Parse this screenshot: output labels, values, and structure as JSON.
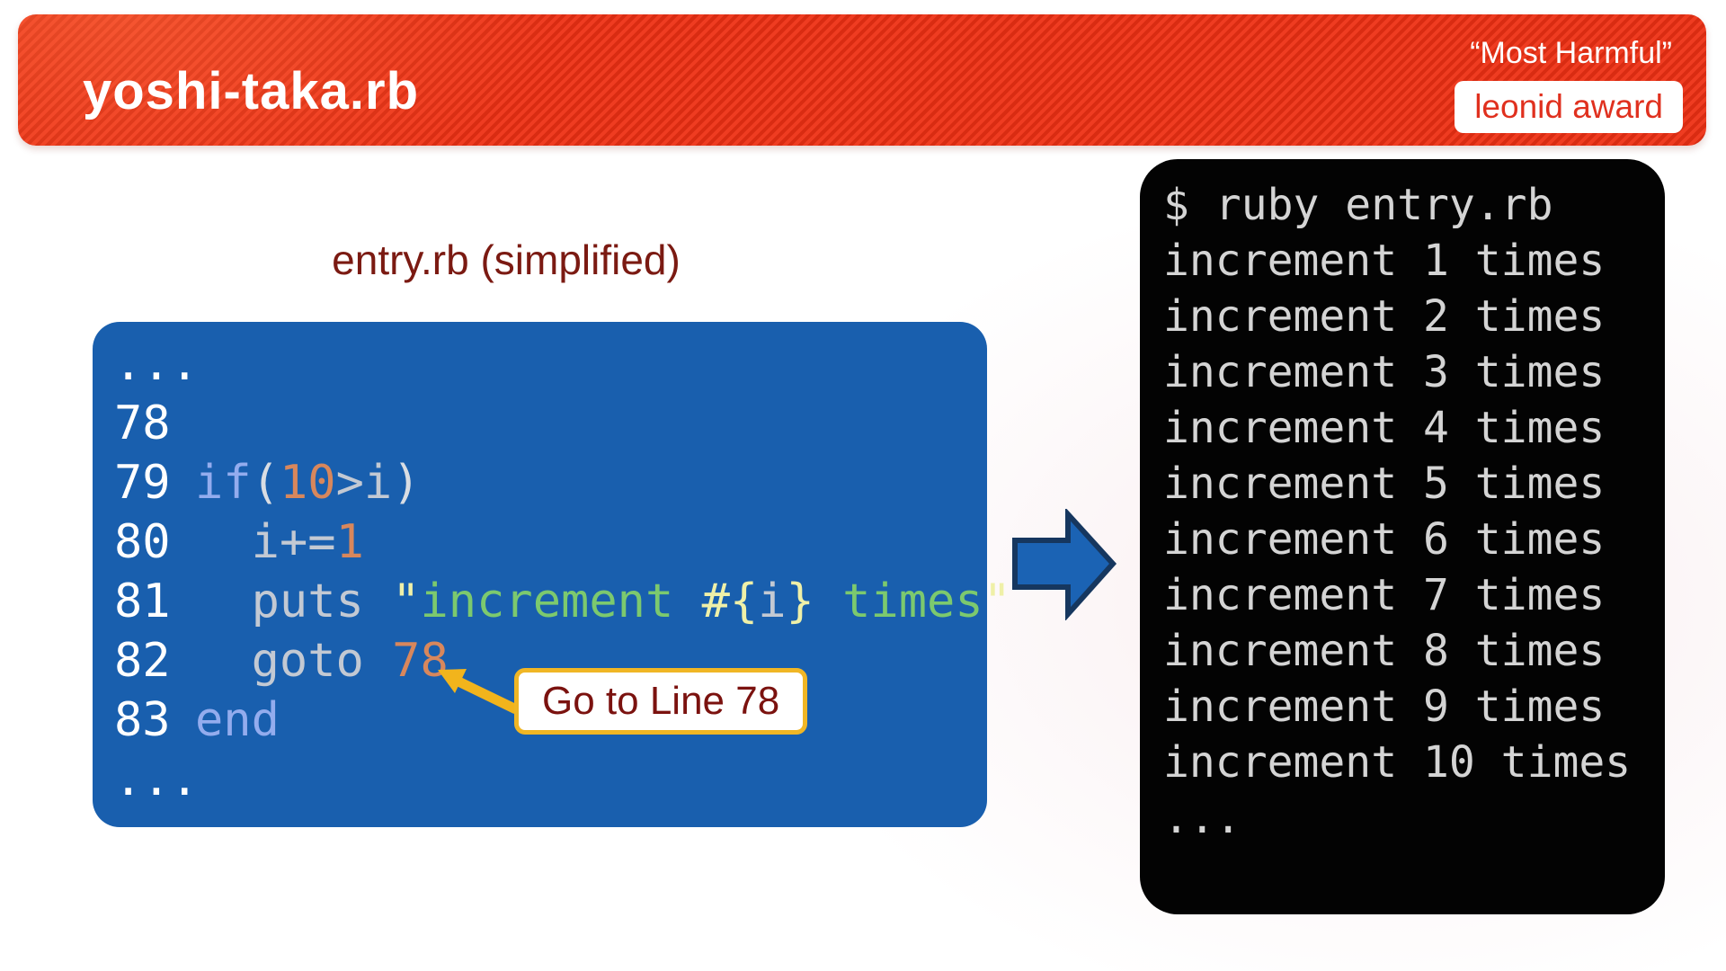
{
  "header": {
    "title": "yoshi-taka.rb",
    "award_quote": "“Most Harmful”",
    "award_badge": "leonid award"
  },
  "code_panel": {
    "caption": "entry.rb (simplified)",
    "lines": [
      {
        "num": "...",
        "tokens": []
      },
      {
        "num": "78",
        "tokens": []
      },
      {
        "num": "79",
        "tokens": [
          [
            "if",
            "kw"
          ],
          [
            "(",
            "pn"
          ],
          [
            "10",
            "num"
          ],
          [
            ">",
            "id"
          ],
          [
            "i",
            "id"
          ],
          [
            ")",
            "pn"
          ]
        ]
      },
      {
        "num": "80",
        "tokens": [
          [
            "  ",
            "pl"
          ],
          [
            "i",
            "id"
          ],
          [
            "+=",
            "id"
          ],
          [
            "1",
            "num"
          ]
        ]
      },
      {
        "num": "81",
        "tokens": [
          [
            "  ",
            "pl"
          ],
          [
            "puts",
            "id"
          ],
          [
            " ",
            "pl"
          ],
          [
            "\"",
            "strq"
          ],
          [
            "increment",
            "str"
          ],
          [
            " ",
            "pl"
          ],
          [
            "#{",
            "strq"
          ],
          [
            "i",
            "id"
          ],
          [
            "}",
            "strq"
          ],
          [
            " ",
            "pl"
          ],
          [
            "times",
            "str"
          ],
          [
            "\"",
            "strq"
          ]
        ]
      },
      {
        "num": "82",
        "tokens": [
          [
            "  ",
            "pl"
          ],
          [
            "goto",
            "id"
          ],
          [
            " ",
            "pl"
          ],
          [
            "78",
            "num"
          ]
        ]
      },
      {
        "num": "83",
        "tokens": [
          [
            "end",
            "kw"
          ]
        ]
      },
      {
        "num": "...",
        "tokens": []
      }
    ],
    "callout_label": "Go to Line 78"
  },
  "terminal": {
    "lines": [
      "$ ruby entry.rb",
      "increment 1 times",
      "increment 2 times",
      "increment 3 times",
      "increment 4 times",
      "increment 5 times",
      "increment 6 times",
      "increment 7 times",
      "increment 8 times",
      "increment 9 times",
      "increment 10 times",
      "..."
    ]
  },
  "palette": {
    "ln": "#ffffff",
    "kw": "#93acee",
    "pn": "#d9dde3",
    "id": "#c3c9d3",
    "num": "#d8875c",
    "str": "#7cc96e",
    "strq": "#eff0a8",
    "pl": "#c3c9d3",
    "header_red": "#e0301e",
    "code_blue": "#195fae",
    "terminal_text": "#d4d4d4",
    "callout_gold": "#f0b625",
    "caption_maroon": "#7b1a12"
  }
}
